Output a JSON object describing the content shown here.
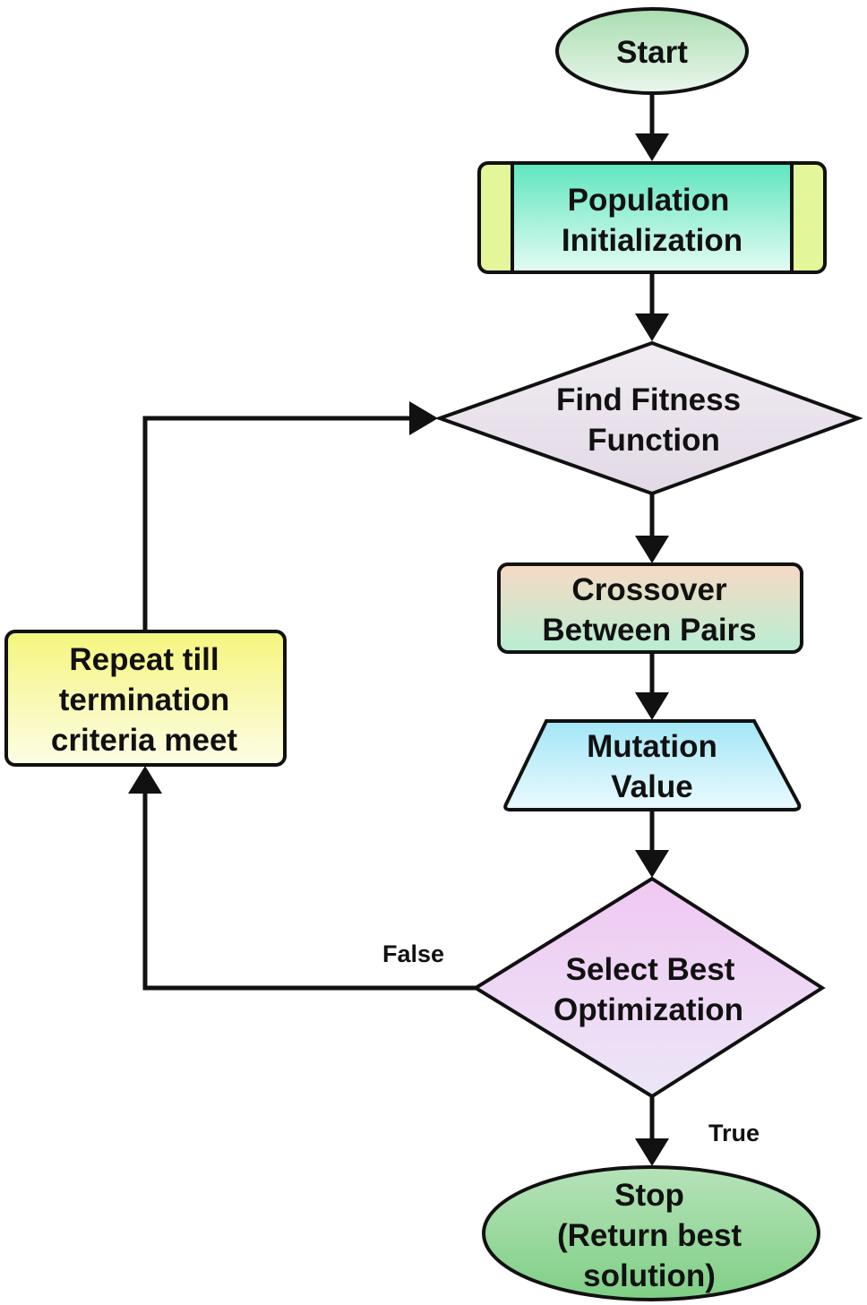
{
  "diagram": {
    "nodes": {
      "start": {
        "lines": [
          "Start"
        ]
      },
      "population": {
        "lines": [
          "Population",
          "Initialization"
        ]
      },
      "fitness": {
        "lines": [
          "Find Fitness",
          "Function"
        ]
      },
      "crossover": {
        "lines": [
          "Crossover",
          "Between Pairs"
        ]
      },
      "mutation": {
        "lines": [
          "Mutation",
          "Value"
        ]
      },
      "select": {
        "lines": [
          "Select Best",
          "Optimization"
        ]
      },
      "stop": {
        "lines": [
          "Stop",
          "(Return best",
          "solution)"
        ]
      },
      "repeat": {
        "lines": [
          "Repeat till",
          "termination",
          "criteria meet"
        ]
      }
    },
    "edges": {
      "false_label": "False",
      "true_label": "True"
    }
  }
}
